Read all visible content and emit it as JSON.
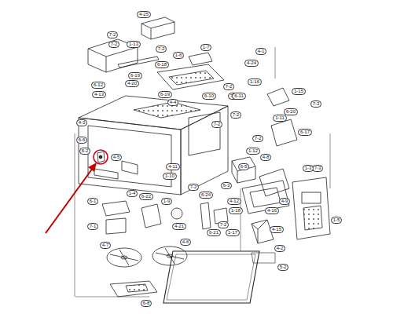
{
  "diagram": {
    "labels": [
      "4-25",
      "7-2",
      "7-2",
      "1-13",
      "6-19",
      "7-2",
      "4-20",
      "1-6",
      "1-7",
      "7-2",
      "7-2",
      "4-24",
      "1-16",
      "4-1",
      "6-12",
      "4-13",
      "6-18",
      "6-19",
      "4-4",
      "6-10",
      "6-11",
      "7-2",
      "7-2",
      "1-15",
      "7-3",
      "6-20",
      "1-11",
      "6-17",
      "7-2",
      "1-12",
      "4-8",
      "7-3",
      "6-5",
      "4-3",
      "6-6",
      "6-2",
      "4-5",
      "6-1",
      "4-11",
      "1-10",
      "6-3",
      "7-2",
      "6-22",
      "1-4",
      "1-9",
      "6-24",
      "4-12",
      "1-18",
      "7-1",
      "6-21",
      "1-17",
      "7-2",
      "4-7",
      "4-6",
      "4-15",
      "1-3",
      "1-5",
      "4-2",
      "5-2",
      "4-9",
      "4-16",
      "4-21",
      "6-8"
    ]
  }
}
